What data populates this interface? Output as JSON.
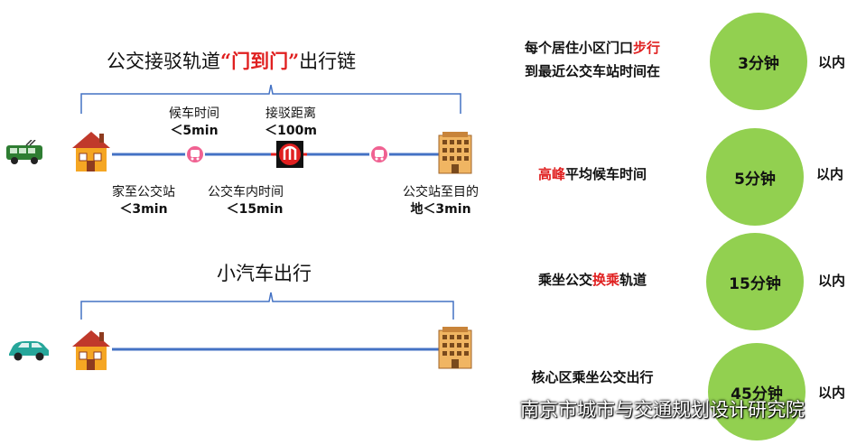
{
  "transit_chain": {
    "title_prefix": "公交接驳轨道",
    "title_highlight": "“门到门”",
    "title_suffix": "出行链",
    "wait_time_label": "候车时间",
    "wait_time_value": "＜5min",
    "transfer_distance_label": "接驳距离",
    "transfer_distance_value": "＜100m",
    "home_to_stop_label": "家至公交站",
    "home_to_stop_value": "＜3min",
    "in_bus_label": "公交车内时间",
    "in_bus_value": "＜15min",
    "stop_to_dest_label": "公交站至目的",
    "stop_to_dest_value": "地＜3min"
  },
  "car_trip": {
    "title": "小汽车出行"
  },
  "targets": [
    {
      "pre": "每个居住小区门口",
      "hl": "步行",
      "post": "",
      "line2": "到最近公交车站时间在",
      "value": "3分钟",
      "suffix": "以内"
    },
    {
      "pre": "",
      "hl": "高峰",
      "post": "平均候车时间",
      "line2": "",
      "value": "5分钟",
      "suffix": "以内"
    },
    {
      "pre": "乘坐公交",
      "hl": "换乘",
      "post": "轨道",
      "line2": "",
      "value": "15分钟",
      "suffix": "以内"
    },
    {
      "pre": "核心区乘坐公交出行",
      "hl": "",
      "post": "",
      "line2": "",
      "value": "45分钟",
      "suffix": "以内"
    }
  ],
  "watermark": "南京市城市与交通规划设计研究院",
  "colors": {
    "accent_red": "#e02020",
    "circle_green": "#92d050",
    "route_line": "#4472c4",
    "bracket": "#4472c4"
  }
}
